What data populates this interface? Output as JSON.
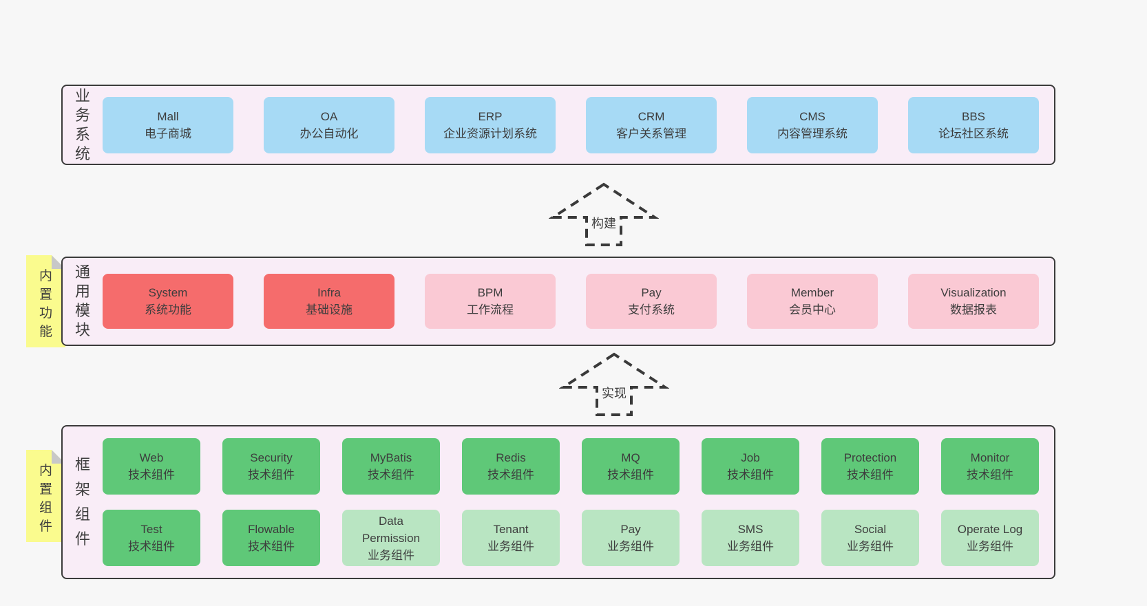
{
  "colors": {
    "page_background": "#f7f7f7",
    "layer_background": "#f9edf7",
    "layer_border": "#3b3b3b",
    "blue_node": "#a7daf5",
    "red_node": "#f56c6c",
    "pink_node": "#fac9d4",
    "green_node": "#5fc878",
    "light_green_node": "#b9e5c2",
    "note_yellow": "#fafb8e",
    "note_fold_gray": "#c8c8c8",
    "text": "#3d3d3d"
  },
  "arrows": [
    {
      "label": "构建"
    },
    {
      "label": "实现"
    }
  ],
  "layers": [
    {
      "id": "business-systems",
      "label": "业务系统",
      "label_chars": [
        "业",
        "务",
        "系",
        "统"
      ],
      "boxes": [
        {
          "en": "Mall",
          "zh": "电子商城",
          "type": "blue"
        },
        {
          "en": "OA",
          "zh": "办公自动化",
          "type": "blue"
        },
        {
          "en": "ERP",
          "zh": "企业资源计划系统",
          "type": "blue"
        },
        {
          "en": "CRM",
          "zh": "客户关系管理",
          "type": "blue"
        },
        {
          "en": "CMS",
          "zh": "内容管理系统",
          "type": "blue"
        },
        {
          "en": "BBS",
          "zh": "论坛社区系统",
          "type": "blue"
        }
      ]
    },
    {
      "id": "common-modules",
      "label": "通用模块",
      "label_chars": [
        "通",
        "用",
        "模",
        "块"
      ],
      "note": "内置功能",
      "note_chars": [
        "内",
        "置",
        "功",
        "能"
      ],
      "boxes": [
        {
          "en": "System",
          "zh": "系统功能",
          "type": "red"
        },
        {
          "en": "Infra",
          "zh": "基础设施",
          "type": "red"
        },
        {
          "en": "BPM",
          "zh": "工作流程",
          "type": "pink"
        },
        {
          "en": "Pay",
          "zh": "支付系统",
          "type": "pink"
        },
        {
          "en": "Member",
          "zh": "会员中心",
          "type": "pink"
        },
        {
          "en": "Visualization",
          "zh": "数据报表",
          "type": "pink"
        }
      ]
    },
    {
      "id": "framework-components",
      "label": "框架组件",
      "label_chars": [
        "框",
        "架",
        "组",
        "件"
      ],
      "note": "内置组件",
      "note_chars": [
        "内",
        "置",
        "组",
        "件"
      ],
      "rows": [
        [
          {
            "en": "Web",
            "zh": "技术组件",
            "type": "green"
          },
          {
            "en": "Security",
            "zh": "技术组件",
            "type": "green"
          },
          {
            "en": "MyBatis",
            "zh": "技术组件",
            "type": "green"
          },
          {
            "en": "Redis",
            "zh": "技术组件",
            "type": "green"
          },
          {
            "en": "MQ",
            "zh": "技术组件",
            "type": "green"
          },
          {
            "en": "Job",
            "zh": "技术组件",
            "type": "green"
          },
          {
            "en": "Protection",
            "zh": "技术组件",
            "type": "green"
          },
          {
            "en": "Monitor",
            "zh": "技术组件",
            "type": "green"
          }
        ],
        [
          {
            "en": "Test",
            "zh": "技术组件",
            "type": "green"
          },
          {
            "en": "Flowable",
            "zh": "技术组件",
            "type": "green"
          },
          {
            "en": "Data Permission",
            "zh": "业务组件",
            "type": "lightgreen"
          },
          {
            "en": "Tenant",
            "zh": "业务组件",
            "type": "lightgreen"
          },
          {
            "en": "Pay",
            "zh": "业务组件",
            "type": "lightgreen"
          },
          {
            "en": "SMS",
            "zh": "业务组件",
            "type": "lightgreen"
          },
          {
            "en": "Social",
            "zh": "业务组件",
            "type": "lightgreen"
          },
          {
            "en": "Operate Log",
            "zh": "业务组件",
            "type": "lightgreen"
          }
        ]
      ]
    }
  ]
}
